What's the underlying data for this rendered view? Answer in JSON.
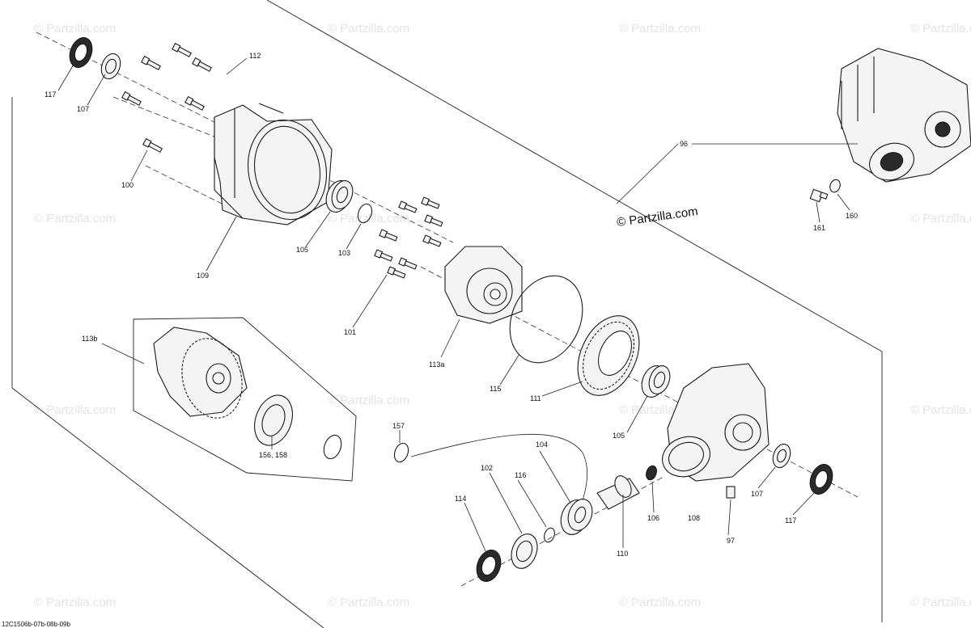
{
  "diagram": {
    "copyright": "© Partzilla.com",
    "watermark": "© Partzilla.com",
    "drawing_code": "12C1506b-07b-08b-09b"
  },
  "callouts": [
    {
      "id": "117-top",
      "label": "117"
    },
    {
      "id": "107-top",
      "label": "107"
    },
    {
      "id": "112",
      "label": "112"
    },
    {
      "id": "100",
      "label": "100"
    },
    {
      "id": "109",
      "label": "109"
    },
    {
      "id": "105-top",
      "label": "105"
    },
    {
      "id": "103",
      "label": "103"
    },
    {
      "id": "101",
      "label": "101"
    },
    {
      "id": "113a",
      "label": "113a"
    },
    {
      "id": "115",
      "label": "115"
    },
    {
      "id": "111",
      "label": "111"
    },
    {
      "id": "105-mid",
      "label": "105"
    },
    {
      "id": "113b",
      "label": "113b"
    },
    {
      "id": "156-158",
      "label": "156, 158"
    },
    {
      "id": "157",
      "label": "157"
    },
    {
      "id": "104",
      "label": "104"
    },
    {
      "id": "102",
      "label": "102"
    },
    {
      "id": "116",
      "label": "116"
    },
    {
      "id": "114",
      "label": "114"
    },
    {
      "id": "110",
      "label": "110"
    },
    {
      "id": "106",
      "label": "106"
    },
    {
      "id": "108",
      "label": "108"
    },
    {
      "id": "97",
      "label": "97"
    },
    {
      "id": "107-bot",
      "label": "107"
    },
    {
      "id": "117-bot",
      "label": "117"
    },
    {
      "id": "96",
      "label": "96"
    },
    {
      "id": "161",
      "label": "161"
    },
    {
      "id": "160",
      "label": "160"
    }
  ]
}
